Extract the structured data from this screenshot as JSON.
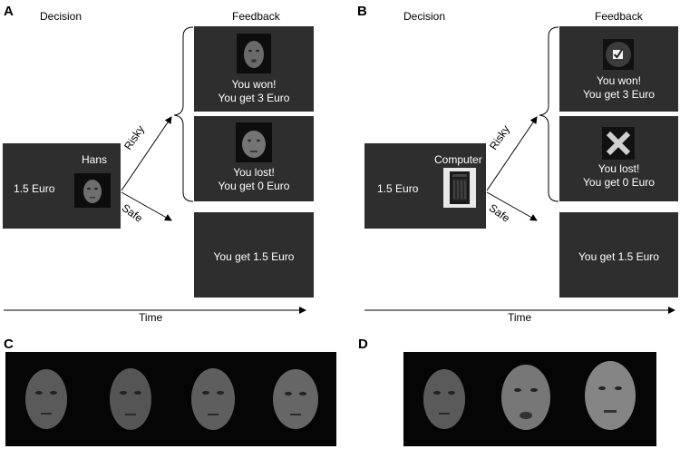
{
  "panel_a": {
    "letter": "A",
    "decision_title": "Decision",
    "feedback_title": "Feedback",
    "decision_screen": {
      "amount": "1.5 Euro",
      "partner": "Hans"
    },
    "risky_label": "Risky",
    "safe_label": "Safe",
    "feedback_won": {
      "line1": "You won!",
      "line2": "You get 3 Euro"
    },
    "feedback_lost": {
      "line1": "You lost!",
      "line2": "You get 0 Euro"
    },
    "feedback_safe": {
      "line1": "You get 1.5 Euro"
    },
    "time_label": "Time"
  },
  "panel_b": {
    "letter": "B",
    "decision_title": "Decision",
    "feedback_title": "Feedback",
    "decision_screen": {
      "amount": "1.5 Euro",
      "partner": "Computer"
    },
    "risky_label": "Risky",
    "safe_label": "Safe",
    "feedback_won": {
      "line1": "You won!",
      "line2": "You get 3 Euro"
    },
    "feedback_lost": {
      "line1": "You lost!",
      "line2": "You get 0 Euro"
    },
    "feedback_safe": {
      "line1": "You get 1.5 Euro"
    },
    "time_label": "Time"
  },
  "panel_c": {
    "letter": "C"
  },
  "panel_d": {
    "letter": "D"
  },
  "colors": {
    "screen_bg": "#2e2e2e",
    "photo_bg": "#050505",
    "text_on_screen": "#ffffff"
  },
  "icons": [
    "face-photo",
    "computer-tower-icon",
    "checkmark-icon",
    "cross-icon"
  ]
}
